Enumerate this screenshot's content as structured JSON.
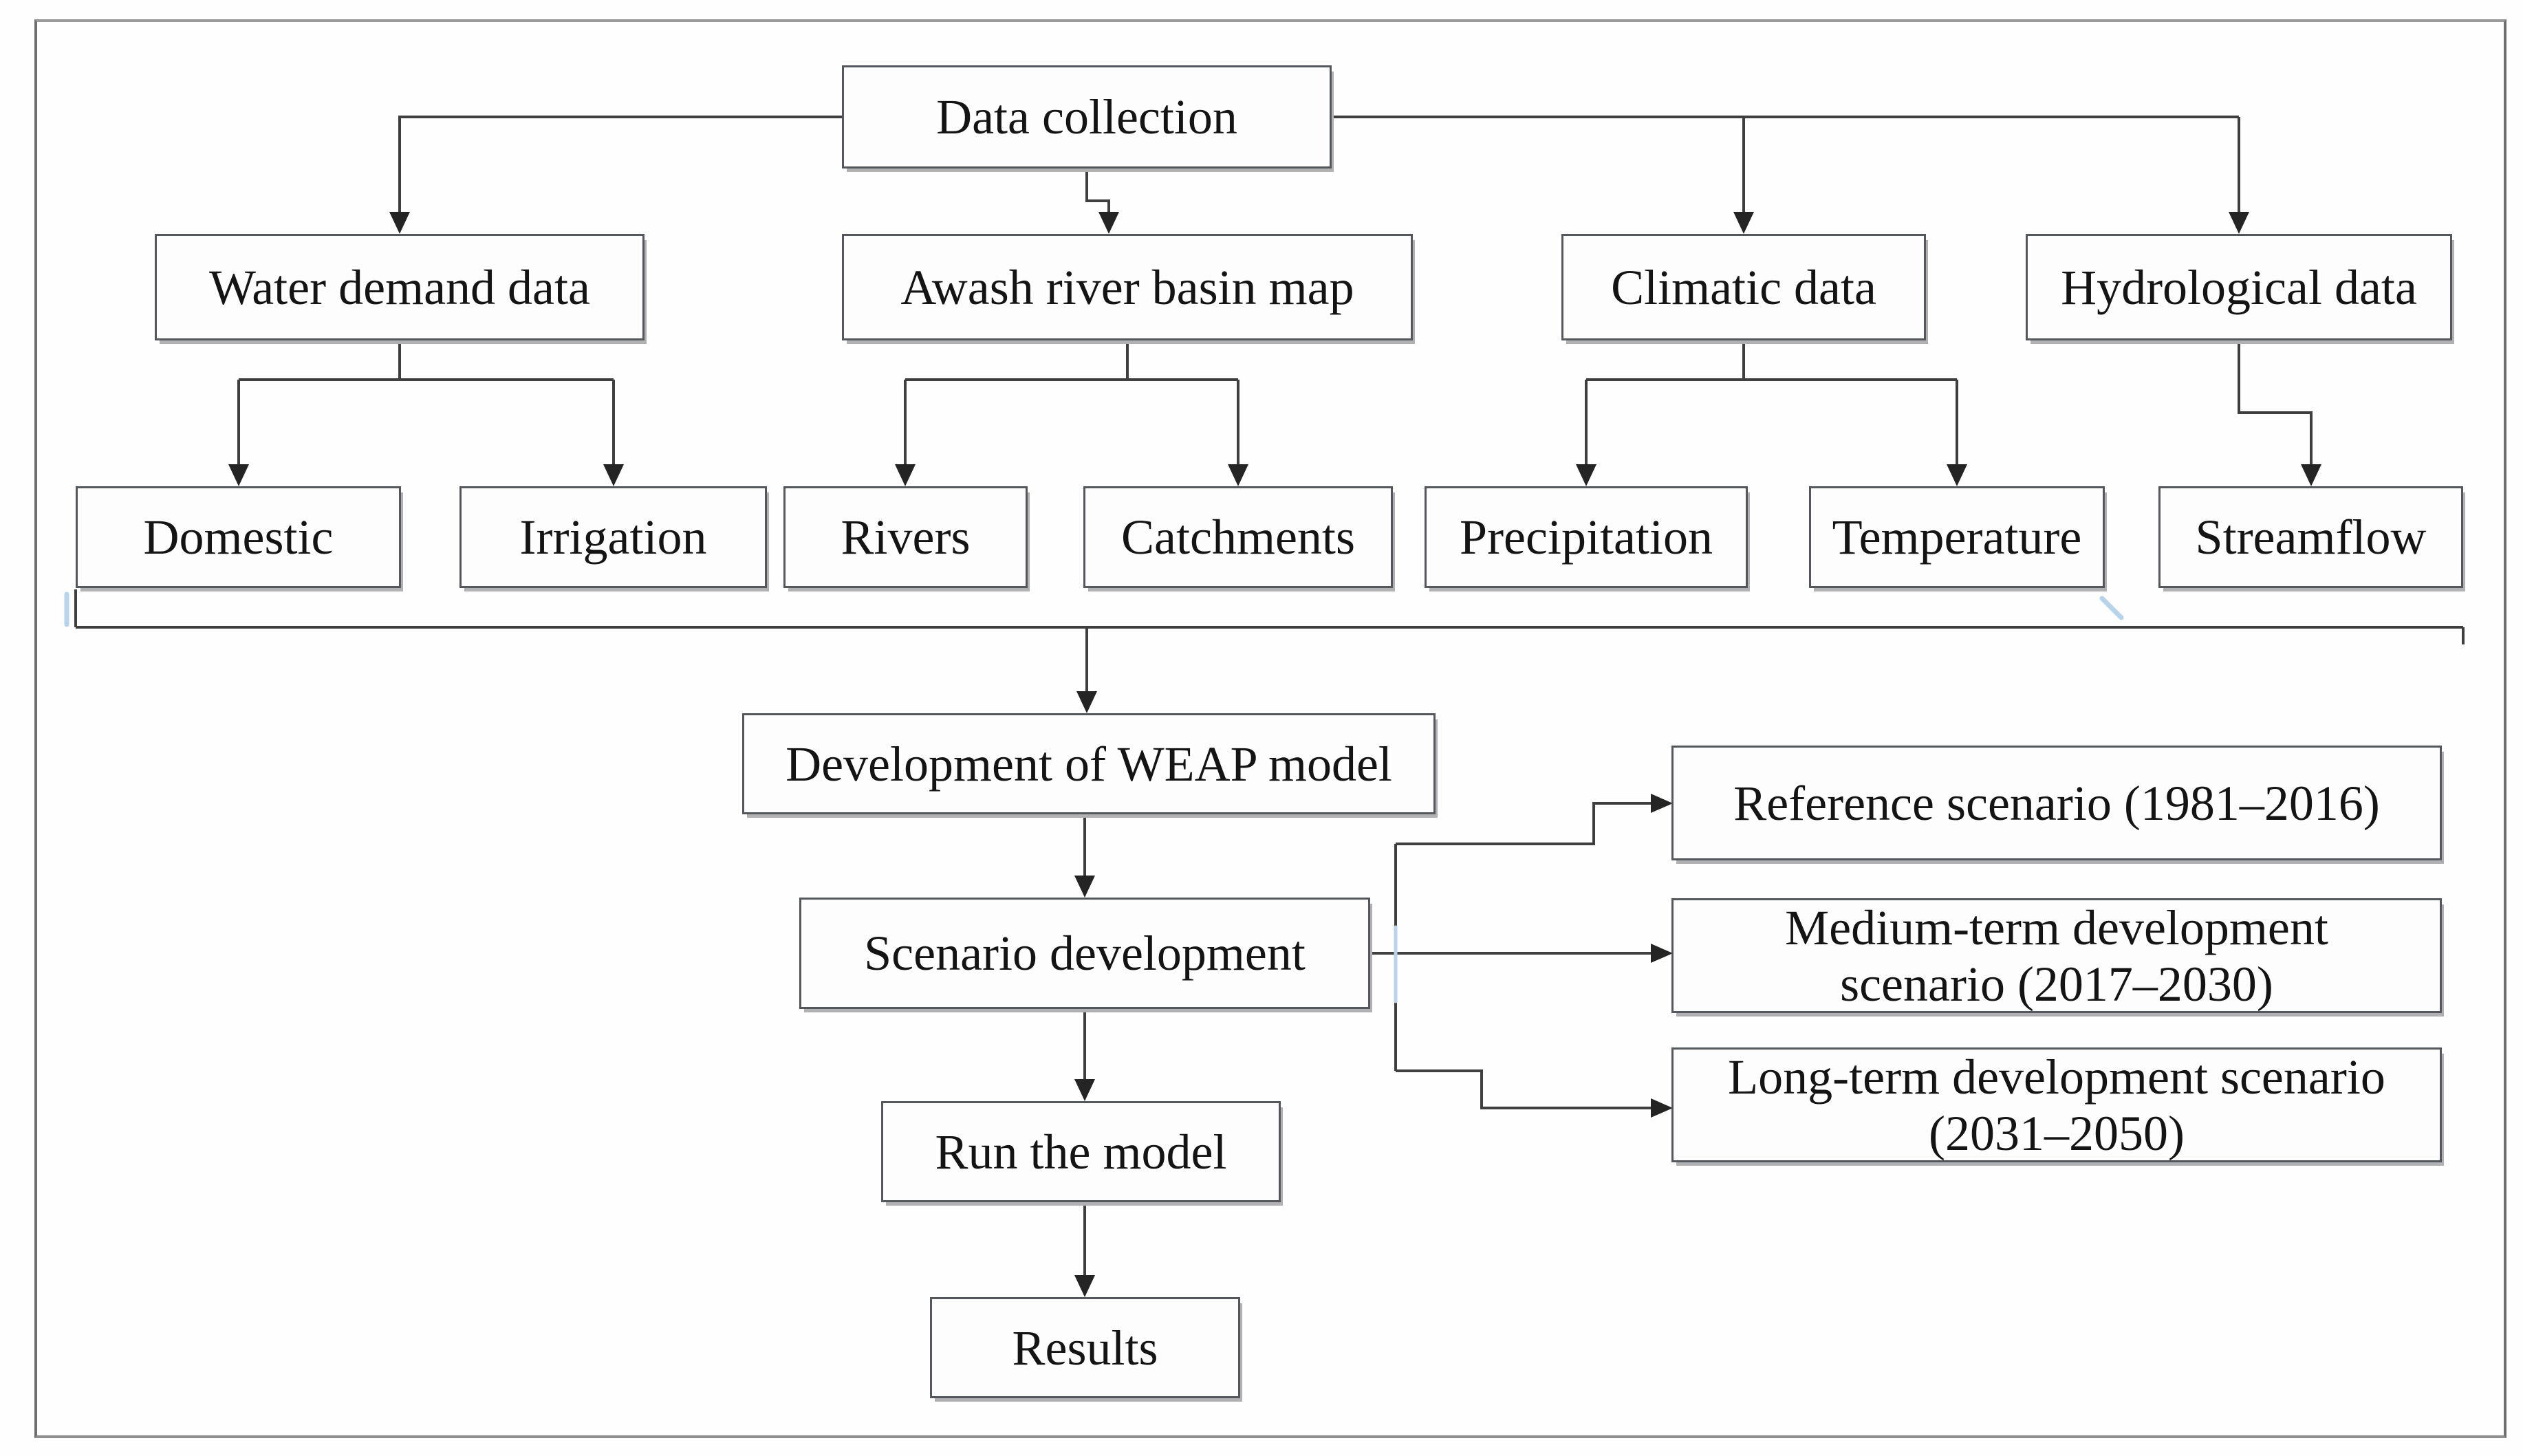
{
  "diagram": {
    "type": "flowchart",
    "colors": {
      "line": "#3f3f3f",
      "arrowhead": "#242424",
      "box_border": "#54575b",
      "box_fill": "#fdfdfe",
      "box_shadow": "#b1b1b3",
      "frame_border": "#6f6f6f",
      "artifact_blue": "#b8d4ea"
    },
    "nodes": {
      "data_collection": {
        "label": "Data collection"
      },
      "water_demand": {
        "label": "Water demand data"
      },
      "awash_map": {
        "label": "Awash river basin map"
      },
      "climatic": {
        "label": "Climatic data"
      },
      "hydrological": {
        "label": "Hydrological data"
      },
      "domestic": {
        "label": "Domestic"
      },
      "irrigation": {
        "label": "Irrigation"
      },
      "rivers": {
        "label": "Rivers"
      },
      "catchments": {
        "label": "Catchments"
      },
      "precipitation": {
        "label": "Precipitation"
      },
      "temperature": {
        "label": "Temperature"
      },
      "streamflow": {
        "label": "Streamflow"
      },
      "weap": {
        "label": "Development of WEAP model"
      },
      "scenario_dev": {
        "label": "Scenario development"
      },
      "run_model": {
        "label": "Run the model"
      },
      "results": {
        "label": "Results"
      },
      "reference": {
        "label": "Reference scenario (1981–2016)"
      },
      "medium": {
        "lines": [
          "Medium-term development",
          "scenario (2017–2030)"
        ]
      },
      "long": {
        "lines": [
          "Long-term development scenario",
          "(2031–2050)"
        ]
      }
    },
    "edges": [
      {
        "from": "data_collection",
        "to": "water_demand"
      },
      {
        "from": "data_collection",
        "to": "awash_map"
      },
      {
        "from": "data_collection",
        "to": "climatic"
      },
      {
        "from": "data_collection",
        "to": "hydrological"
      },
      {
        "from": "water_demand",
        "to": "domestic"
      },
      {
        "from": "water_demand",
        "to": "irrigation"
      },
      {
        "from": "awash_map",
        "to": "rivers"
      },
      {
        "from": "awash_map",
        "to": "catchments"
      },
      {
        "from": "climatic",
        "to": "precipitation"
      },
      {
        "from": "climatic",
        "to": "temperature"
      },
      {
        "from": "hydrological",
        "to": "streamflow"
      },
      {
        "from": "collected_data_bus",
        "to": "weap"
      },
      {
        "from": "weap",
        "to": "scenario_dev"
      },
      {
        "from": "scenario_dev",
        "to": "run_model"
      },
      {
        "from": "run_model",
        "to": "results"
      },
      {
        "from": "scenario_dev",
        "to": "reference"
      },
      {
        "from": "scenario_dev",
        "to": "medium"
      },
      {
        "from": "scenario_dev",
        "to": "long"
      }
    ]
  }
}
